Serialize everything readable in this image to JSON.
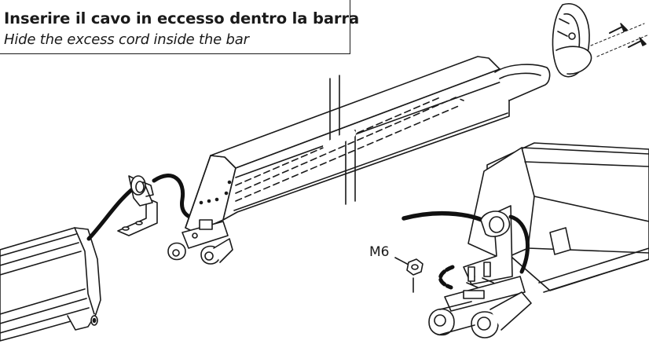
{
  "caption": {
    "title": "Inserire il cavo in eccesso dentro la barra",
    "subtitle": "Hide the excess cord inside the bar"
  },
  "labels": {
    "nut": "M6"
  },
  "colors": {
    "line": "#1a1a1a",
    "fill": "#ffffff",
    "cable": "#111111"
  }
}
